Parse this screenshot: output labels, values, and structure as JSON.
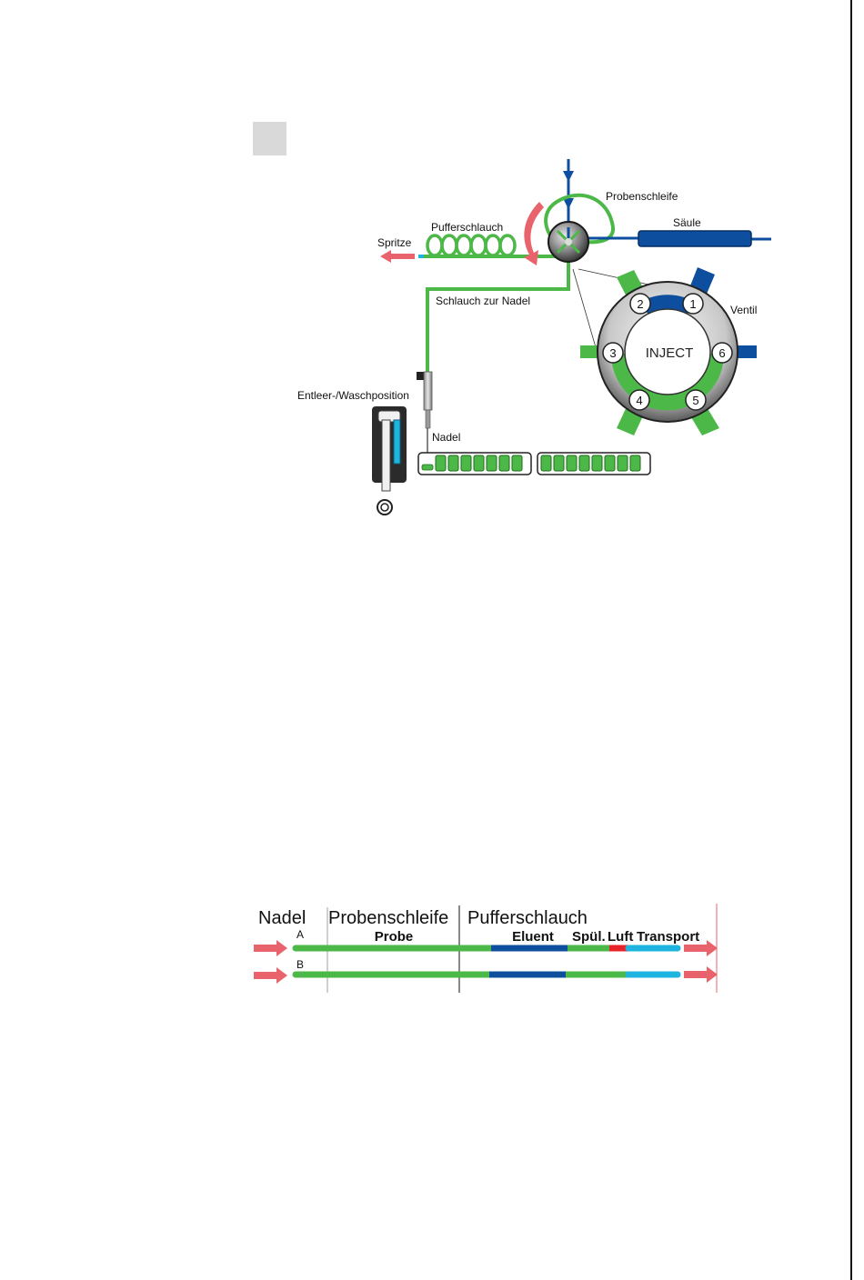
{
  "colors": {
    "green": "#4cb848",
    "blue": "#0d4f9e",
    "light_blue": "#1eb4e0",
    "red_arrow": "#e8636b",
    "red_band": "#e8232a",
    "dark": "#2b2b2b"
  },
  "diagram": {
    "labels": {
      "probenschleife": "Probenschleife",
      "saeule": "Säule",
      "pufferschlauch": "Pufferschlauch",
      "spritze": "Spritze",
      "schlauch_zur_nadel": "Schlauch zur Nadel",
      "ventil": "Ventil",
      "inject": "INJECT",
      "entleer_waschposition": "Entleer-/Waschposition",
      "nadel": "Nadel"
    },
    "valve_ports": [
      "1",
      "2",
      "3",
      "4",
      "5",
      "6"
    ]
  },
  "legend": {
    "headers": {
      "nadel": "Nadel",
      "probenschleife": "Probenschleife",
      "pufferschlauch": "Pufferschlauch"
    },
    "segments": {
      "probe": "Probe",
      "eluent": "Eluent",
      "spuel": "Spül.",
      "luft": "Luft",
      "transport": "Transport"
    },
    "rows": [
      "A",
      "B"
    ]
  }
}
